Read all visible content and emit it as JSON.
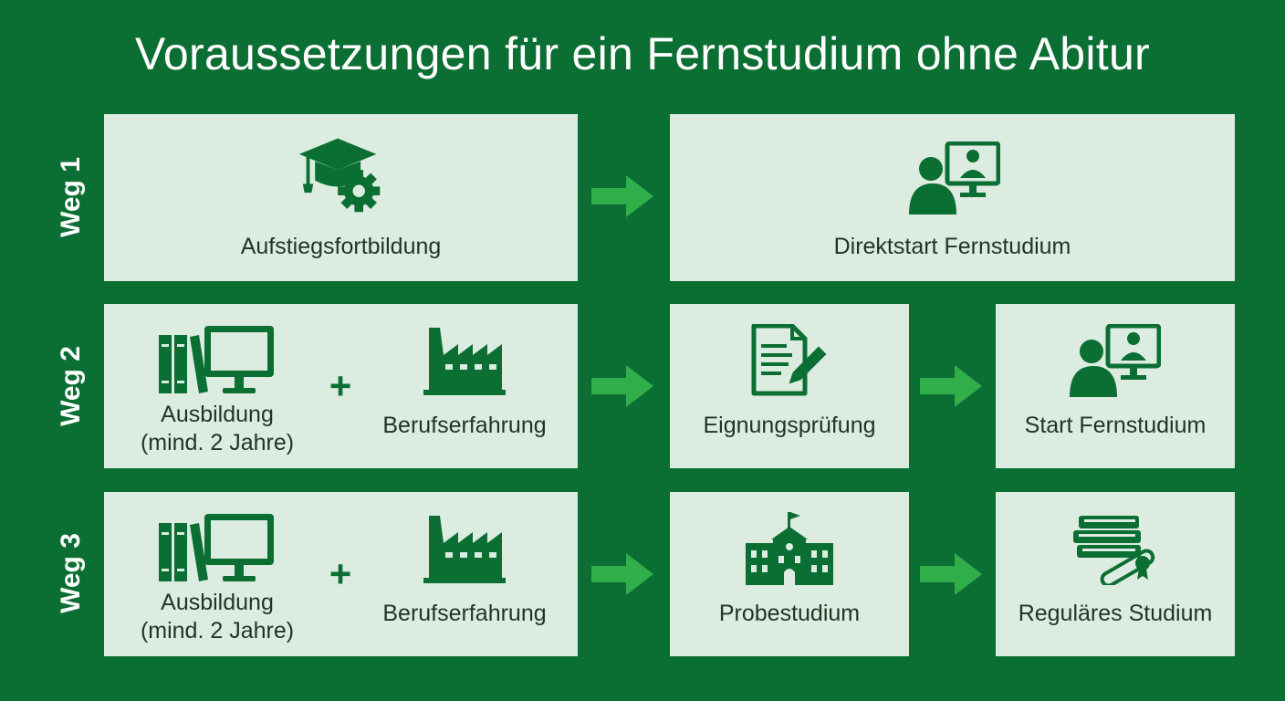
{
  "title": "Voraussetzungen für ein Fernstudium ohne Abitur",
  "colors": {
    "background": "#0b6e33",
    "box": "#dcece0",
    "icon": "#0b6e33",
    "arrow": "#2fae4a",
    "text": "#1e3526"
  },
  "rows": [
    {
      "label": "Weg 1",
      "steps": [
        {
          "label": "Aufstiegsfortbildung",
          "icon": "graduation-cap-gear-icon"
        },
        {
          "label": "Direktstart Fernstudium",
          "icon": "online-learning-icon"
        }
      ]
    },
    {
      "label": "Weg 2",
      "steps": [
        {
          "label_a": "Ausbildung",
          "label_b": "(mind. 2 Jahre)",
          "icon": "books-computer-icon",
          "plus": "+",
          "label_c": "Berufserfahrung",
          "icon_c": "factory-icon"
        },
        {
          "label": "Eignungsprüfung",
          "icon": "document-pen-icon"
        },
        {
          "label": "Start Fernstudium",
          "icon": "online-learning-icon"
        }
      ]
    },
    {
      "label": "Weg 3",
      "steps": [
        {
          "label_a": "Ausbildung",
          "label_b": "(mind. 2 Jahre)",
          "icon": "books-computer-icon",
          "plus": "+",
          "label_c": "Berufserfahrung",
          "icon_c": "factory-icon"
        },
        {
          "label": "Probestudium",
          "icon": "university-building-icon"
        },
        {
          "label": "Reguläres Studium",
          "icon": "books-diploma-icon"
        }
      ]
    }
  ]
}
